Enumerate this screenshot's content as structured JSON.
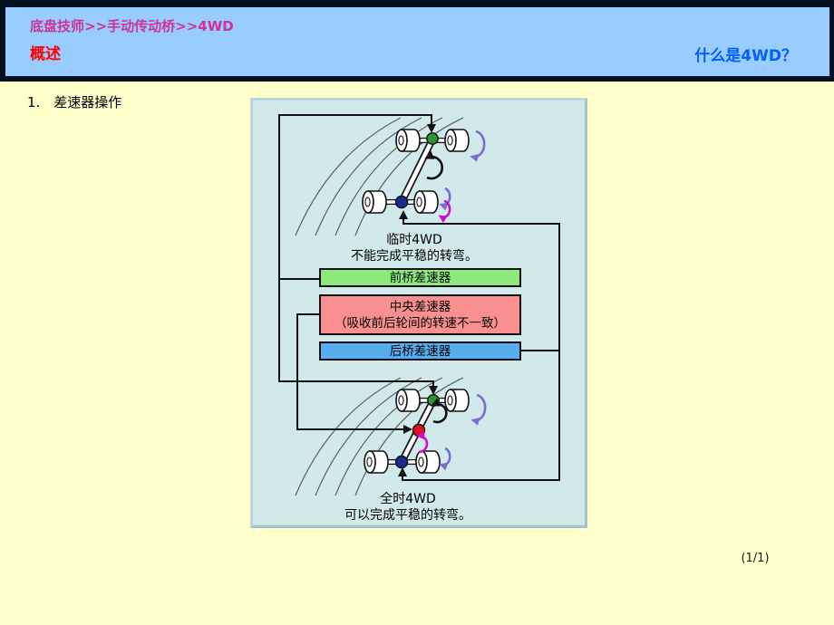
{
  "header": {
    "breadcrumb": "底盘技师>>手动传动桥>>4WD",
    "section_title": "概述",
    "topic_title": "什么是4WD？"
  },
  "body": {
    "item_label": "1.　差速器操作"
  },
  "diagram": {
    "part_time": {
      "title": "临时4WD",
      "caption": "不能完成平稳的转弯。"
    },
    "boxes": {
      "front": "前桥差速器",
      "center_line1": "中央差速器",
      "center_line2": "（吸收前后轮间的转速不一致）",
      "rear": "后桥差速器"
    },
    "full_time": {
      "title": "全时4WD",
      "caption": "可以完成平稳的转弯。"
    }
  },
  "footer": {
    "page": "(1/1)"
  },
  "colors": {
    "page-bg": "#FFFFCC",
    "header-bg": "#99CCFF",
    "frame": "#02101F",
    "breadcrumb": "#CC3399",
    "section-title": "#FF0000",
    "topic-title": "#0060FF",
    "panel-bg": "#D2E9EB",
    "box-front": "#8DE87E",
    "box-center": "#F9908F",
    "box-rear": "#56AEEF",
    "diff-front": "#2F9231",
    "diff-center": "#E01118",
    "diff-rear": "#1C2B8E",
    "arrow-purple": "#7B6BD0",
    "arrow-magenta": "#CC10CC",
    "line": "#111111",
    "arc": "#3C3C3C"
  }
}
